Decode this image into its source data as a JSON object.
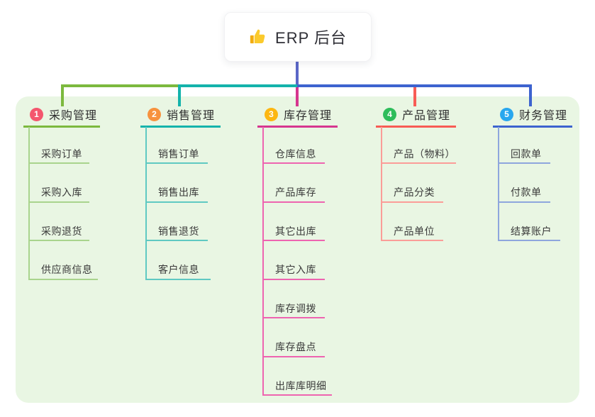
{
  "root": {
    "icon": "thumbs-up-icon",
    "label": "ERP 后台"
  },
  "canvas": {
    "background": "#ffffff",
    "panel_background": "#e9f6e3",
    "trunk_color": "#5b67c7",
    "title_text_color": "#2f2f2f",
    "child_text_color": "#3a3a3a"
  },
  "branches": [
    {
      "index": "1",
      "label": "采购管理",
      "badge_color": "#f4566e",
      "line_color": "#7cb93e",
      "child_line_color": "#a9d48d",
      "children": [
        "采购订单",
        "采购入库",
        "采购退货",
        "供应商信息"
      ]
    },
    {
      "index": "2",
      "label": "销售管理",
      "badge_color": "#f7923e",
      "line_color": "#14b3ab",
      "child_line_color": "#5fc9c2",
      "children": [
        "销售订单",
        "销售出库",
        "销售退货",
        "客户信息"
      ]
    },
    {
      "index": "3",
      "label": "库存管理",
      "badge_color": "#fcb712",
      "line_color": "#d6368f",
      "child_line_color": "#ee64b0",
      "children": [
        "仓库信息",
        "产品库存",
        "其它出库",
        "其它入库",
        "库存调拨",
        "库存盘点",
        "出库库明细"
      ]
    },
    {
      "index": "4",
      "label": "产品管理",
      "badge_color": "#2ebd5b",
      "line_color": "#f85c55",
      "child_line_color": "#fb9d98",
      "children": [
        "产品（物料）",
        "产品分类",
        "产品单位"
      ]
    },
    {
      "index": "5",
      "label": "财务管理",
      "badge_color": "#29a7ee",
      "line_color": "#3d63cf",
      "child_line_color": "#8ea6dd",
      "children": [
        "回款单",
        "付款单",
        "结算账户"
      ]
    }
  ]
}
